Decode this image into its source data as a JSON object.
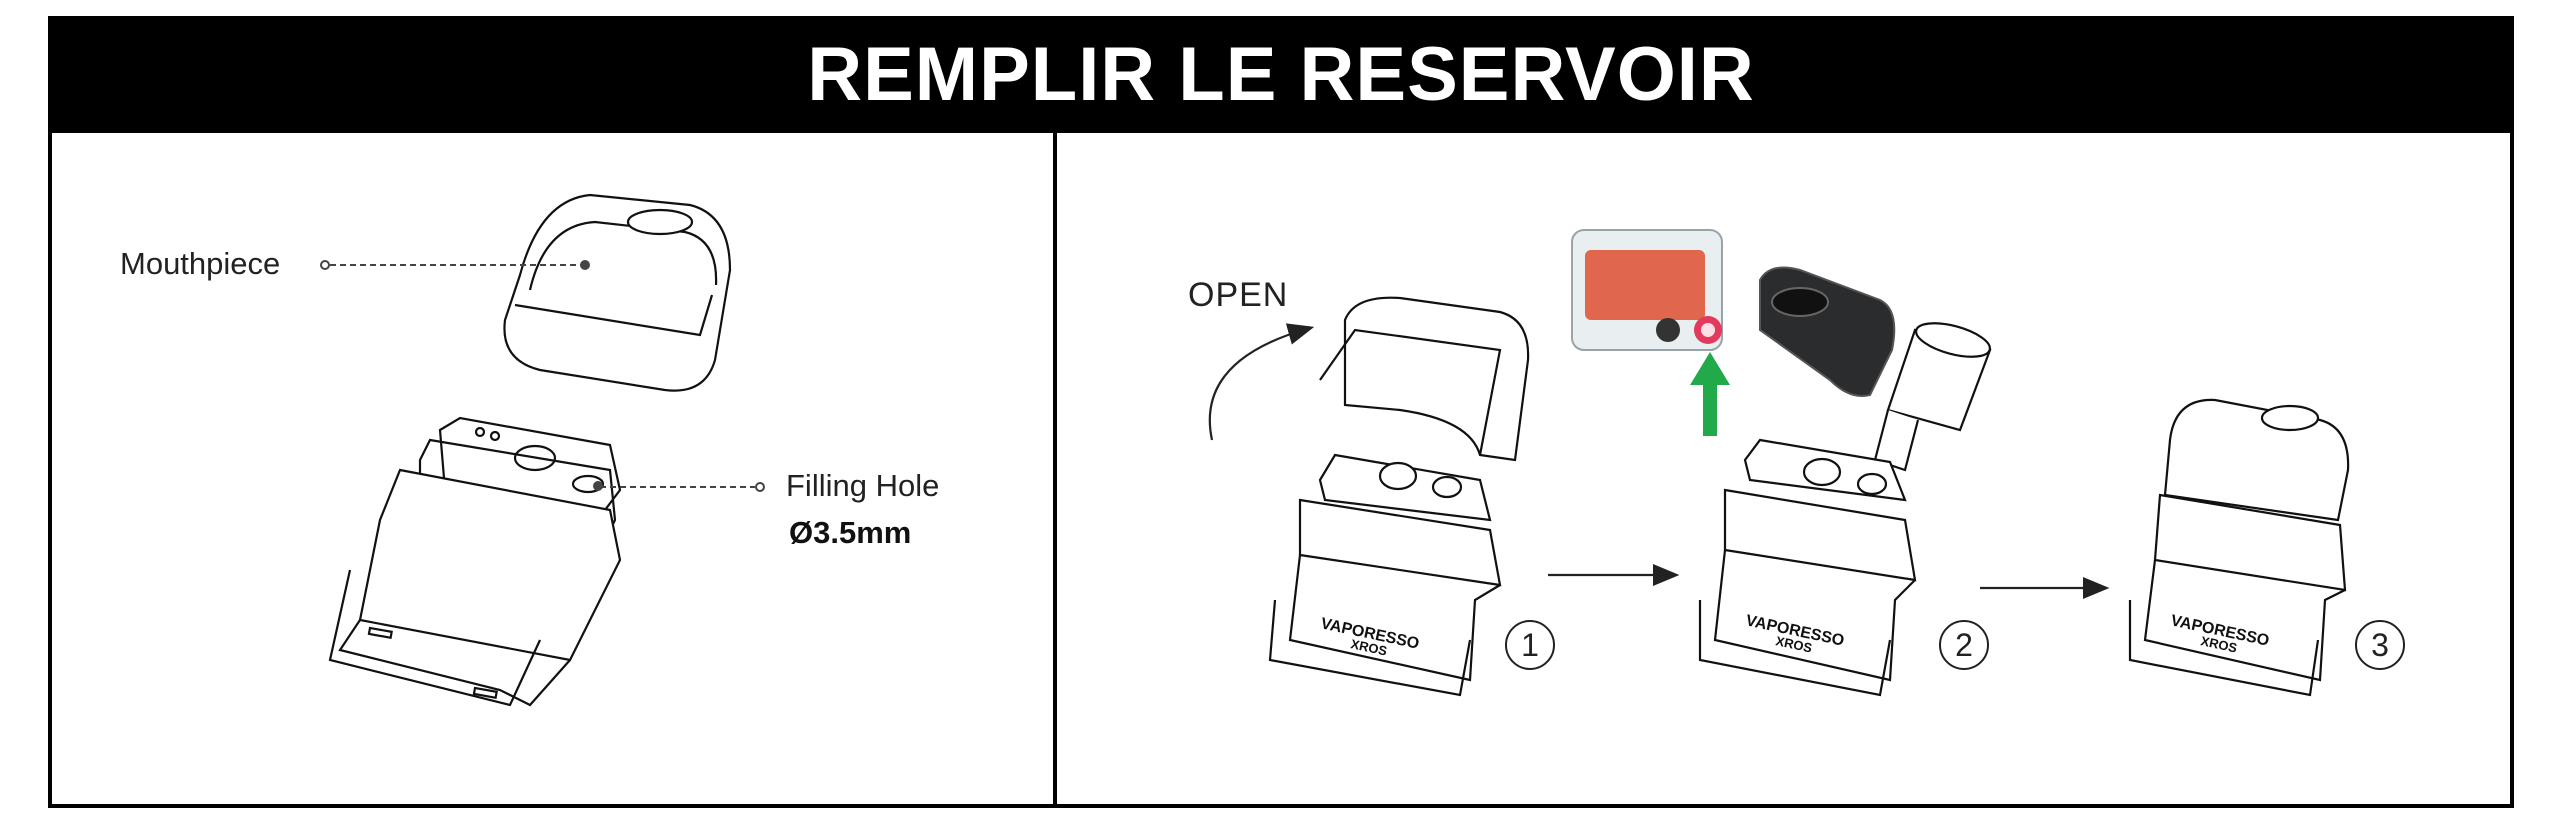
{
  "title": "REMPLIR LE RESERVOIR",
  "labels": {
    "mouthpiece": "Mouthpiece",
    "filling_hole": "Filling Hole",
    "diameter": "Ø3.5mm",
    "open": "OPEN"
  },
  "steps": [
    "1",
    "2",
    "3"
  ],
  "colors": {
    "title_bg": "#000000",
    "title_text": "#ffffff",
    "arrow_green": "#22a94a",
    "pod_red": "#e0563c"
  },
  "icons": [
    "arrow-up-icon",
    "arrow-right-icon",
    "curved-arrow-icon"
  ]
}
